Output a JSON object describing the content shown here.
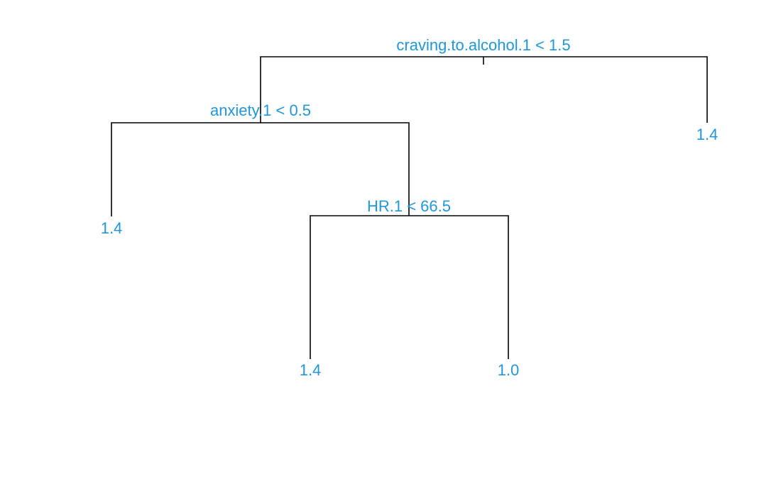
{
  "tree": {
    "label_color": "#2196d9",
    "line_color": "#000000",
    "splits": [
      {
        "id": "root",
        "label": "craving.to.alcohol.1 < 1.5"
      },
      {
        "id": "left",
        "label": "anxiety.1 < 0.5"
      },
      {
        "id": "left-right",
        "label": "HR.1 < 66.5"
      }
    ],
    "leaves": [
      {
        "id": "leaf-1",
        "value": "1.4"
      },
      {
        "id": "leaf-2",
        "value": "1.4"
      },
      {
        "id": "leaf-3",
        "value": "1.0"
      },
      {
        "id": "leaf-4",
        "value": "1.4"
      }
    ]
  }
}
